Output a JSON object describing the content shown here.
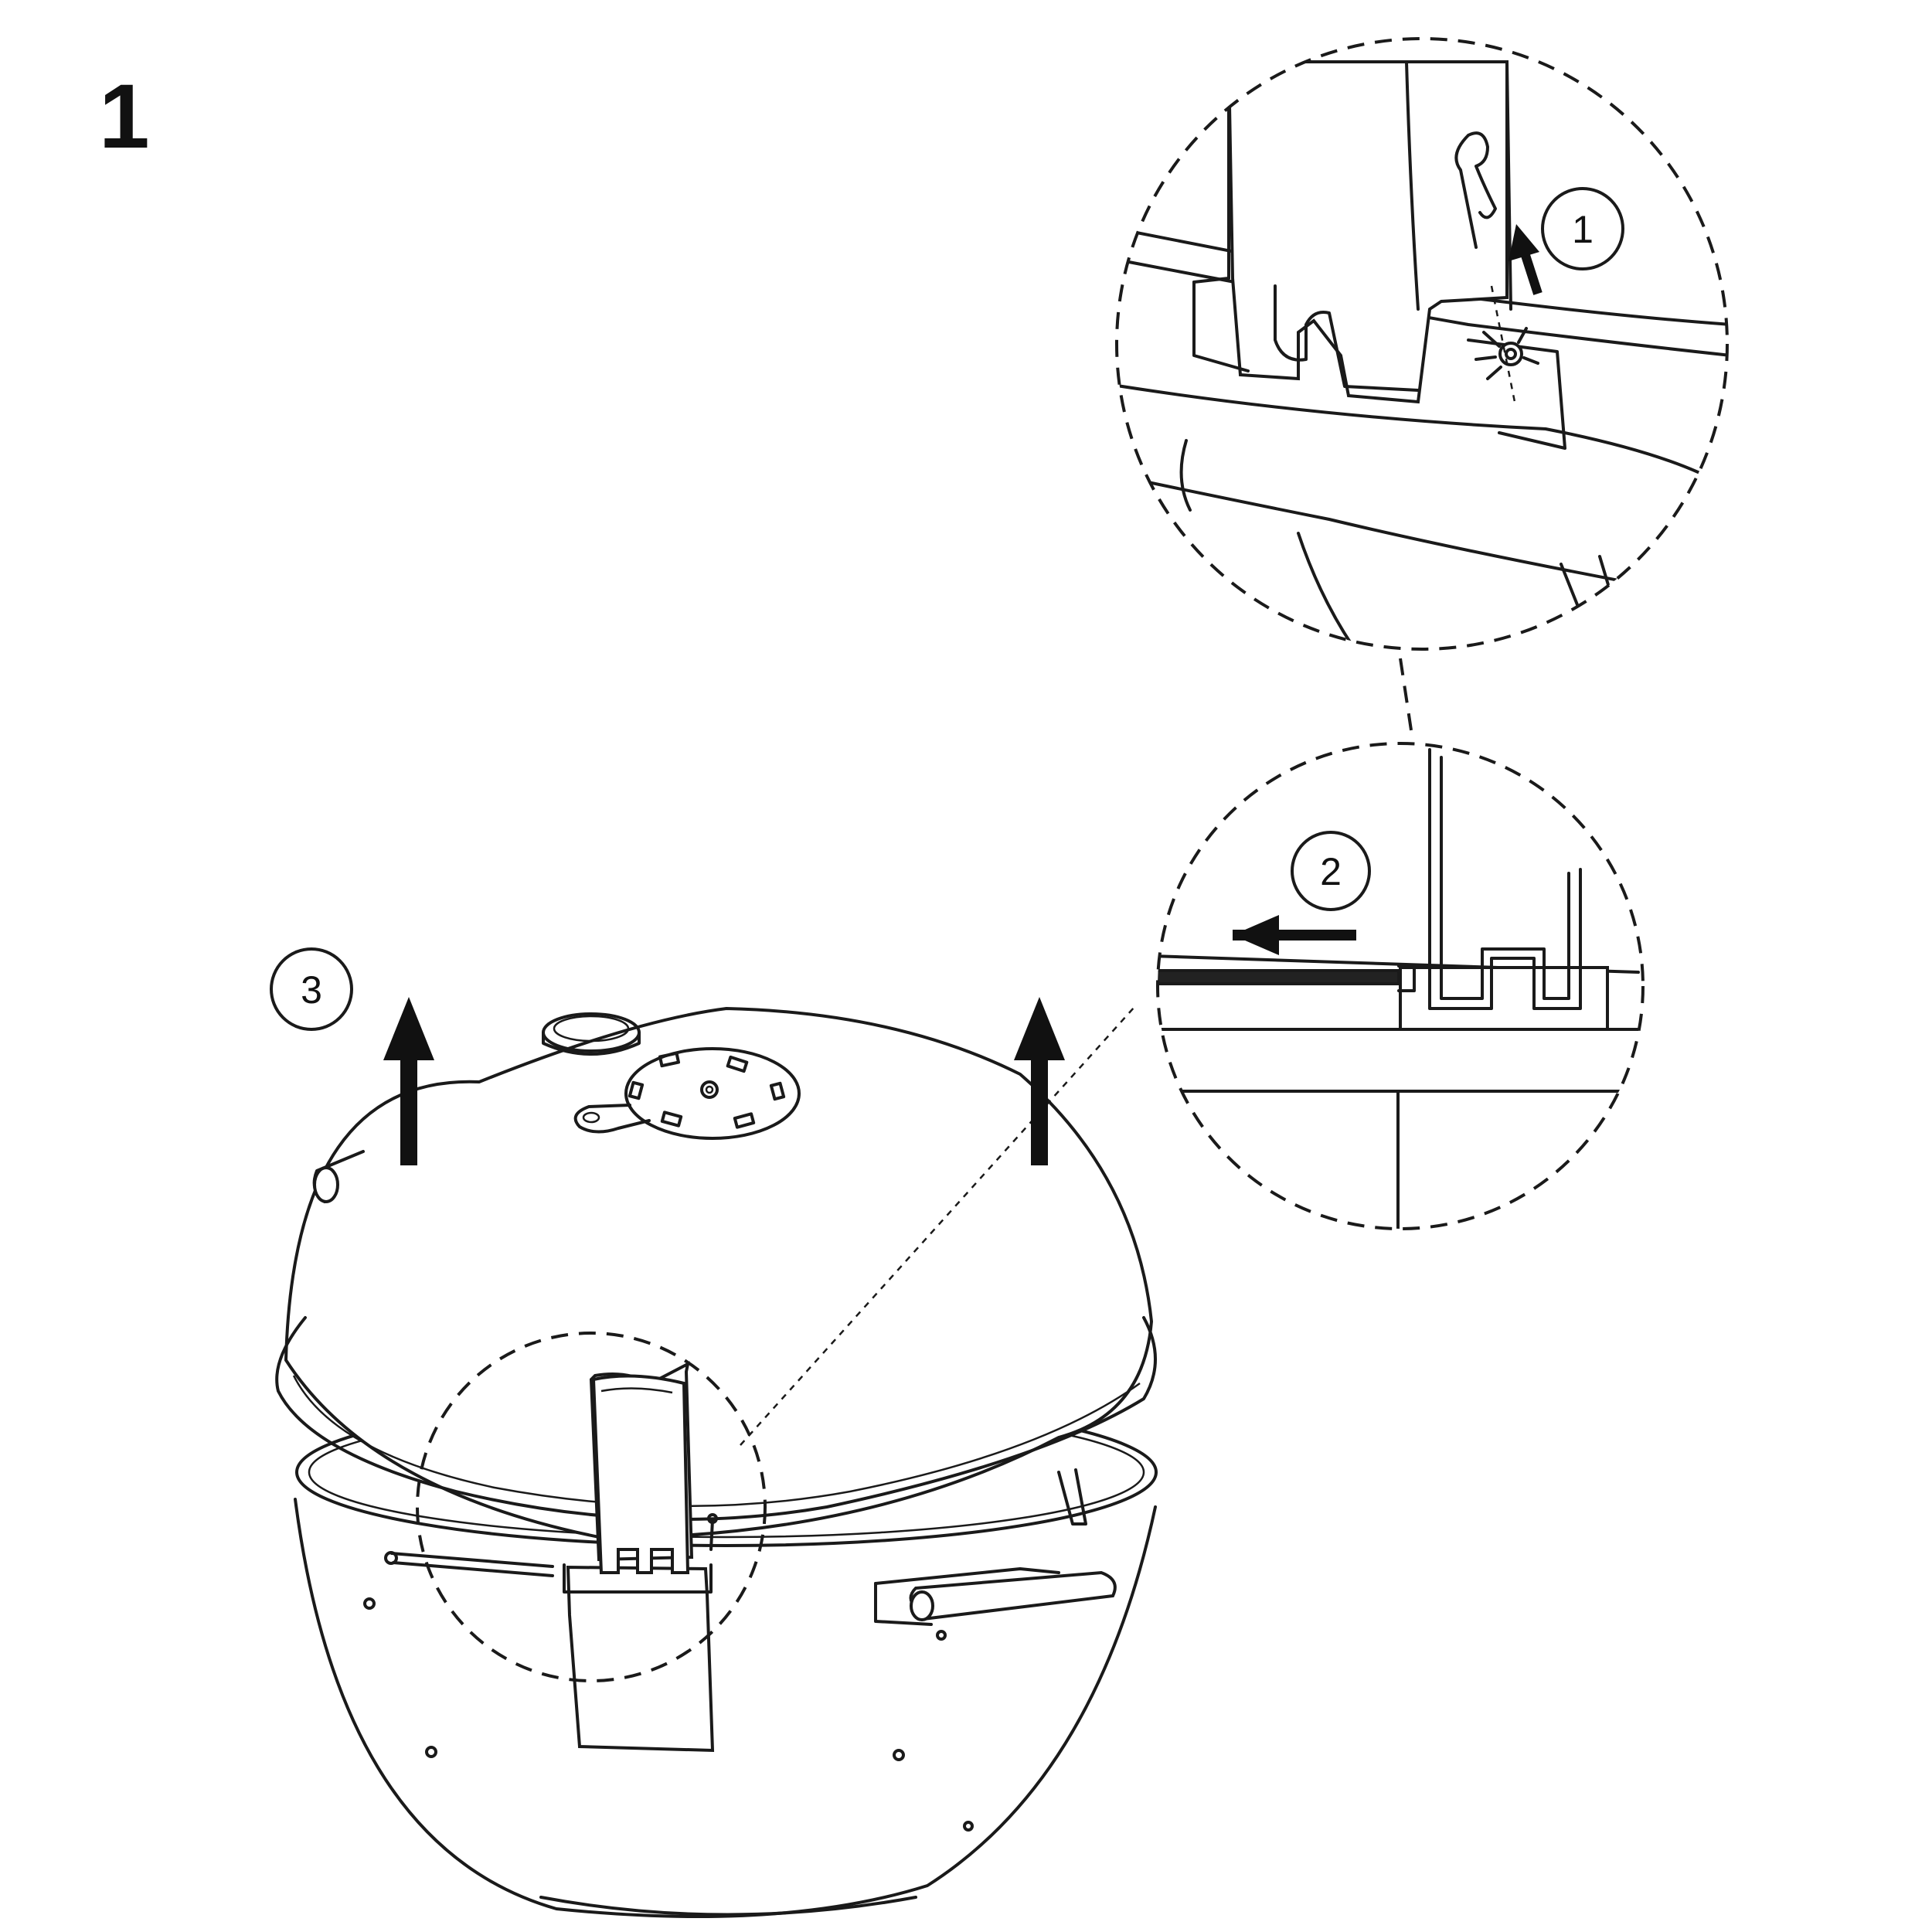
{
  "page": {
    "step_number": "1"
  },
  "callouts": [
    {
      "label": "1"
    },
    {
      "label": "2"
    },
    {
      "label": "3"
    }
  ],
  "colors": {
    "line": "#1a1a1a",
    "background": "#ffffff"
  },
  "icons": {
    "arrow_up": "arrow-up-icon",
    "arrow_left": "arrow-left-icon",
    "hairpin_clip": "hairpin-cotter-pin-icon"
  }
}
